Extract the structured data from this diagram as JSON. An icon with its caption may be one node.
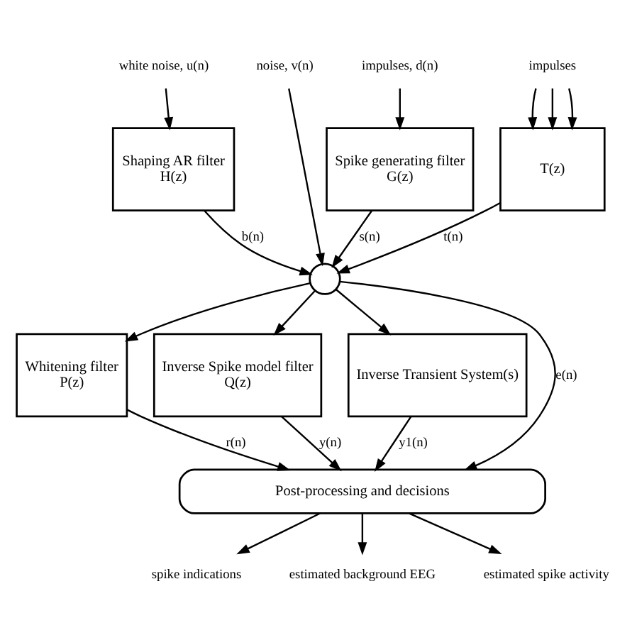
{
  "diagram": {
    "nodes": [
      {
        "text": [
          "white noise, u(n)"
        ]
      },
      {
        "text": [
          "impulses, d(n)"
        ]
      },
      {
        "text": [
          "impulses"
        ]
      },
      {
        "text": [
          "noise, v(n)"
        ]
      },
      {
        "text": [
          "Shaping AR filter",
          "H(z)"
        ]
      },
      {
        "text": [
          "Spike generating filter",
          "G(z)"
        ]
      },
      {
        "text": [
          "T(z)"
        ]
      },
      {
        "text": [],
        "shape": "circle"
      },
      {
        "text": [
          "Whitening filter",
          "P(z)"
        ]
      },
      {
        "text": [
          "Inverse Spike model filter",
          "Q(z)"
        ]
      },
      {
        "text": [
          "Inverse Transient System(s)"
        ]
      },
      {
        "text": [
          "Post-processing and decisions"
        ]
      },
      {
        "text": [
          "spike indications"
        ]
      },
      {
        "text": [
          "estimated background EEG"
        ]
      },
      {
        "text": [
          "estimated spike activity"
        ]
      }
    ],
    "edges": [
      {
        "from": 0,
        "to": 4,
        "arrow": "to"
      },
      {
        "from": 1,
        "to": 5,
        "arrow": "to"
      },
      {
        "from": 2,
        "to": 6,
        "arrow": "to"
      },
      {
        "from": 2,
        "to": 6,
        "arrow": "to"
      },
      {
        "from": 2,
        "to": 6,
        "arrow": "to"
      },
      {
        "from": 4,
        "to": 7,
        "label": "b(n)",
        "arrow": "to"
      },
      {
        "from": 5,
        "to": 7,
        "label": "s(n)",
        "arrow": "to"
      },
      {
        "from": 6,
        "to": 7,
        "label": "t(n)",
        "arrow": "to"
      },
      {
        "from": 3,
        "to": 7,
        "arrow": "to"
      },
      {
        "from": 7,
        "to": 8,
        "arrow": "to"
      },
      {
        "from": 7,
        "to": 11,
        "label": "e(n)",
        "arrow": "to"
      },
      {
        "from": 7,
        "to": 9,
        "arrow": "to"
      },
      {
        "from": 7,
        "to": 10,
        "arrow": "to"
      },
      {
        "from": 8,
        "to": 11,
        "label": "r(n)",
        "arrow": "to"
      },
      {
        "from": 9,
        "to": 11,
        "label": "y(n)",
        "arrow": "to"
      },
      {
        "from": 10,
        "to": 11,
        "label": "y1(n)",
        "arrow": "to"
      },
      {
        "from": 11,
        "to": 12,
        "arrow": "to"
      },
      {
        "from": 11,
        "to": 13,
        "arrow": "to"
      },
      {
        "from": 11,
        "to": 14,
        "arrow": "to"
      }
    ]
  }
}
